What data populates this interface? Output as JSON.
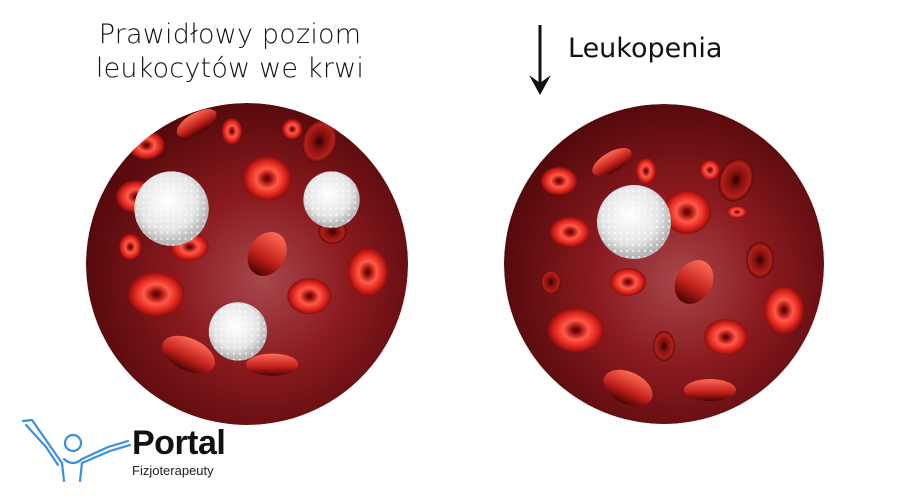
{
  "left_panel": {
    "title_line1": "Prawidłowy poziom",
    "title_line2": "leukocytów we krwi",
    "white_cell_count": 3
  },
  "right_panel": {
    "title": "Leukopenia",
    "indicator_icon": "down-arrow-icon",
    "white_cell_count": 1
  },
  "logo": {
    "word": "Portal",
    "subtitle": "Fizjoterapeuty",
    "icon": "person-arms-raised-icon",
    "icon_color": "#3a8fe0"
  },
  "colors": {
    "blood_dark": "#5a0a0c",
    "blood_mid": "#8b1418",
    "rbc": "#e4302a",
    "wbc": "#f2f2f2"
  }
}
